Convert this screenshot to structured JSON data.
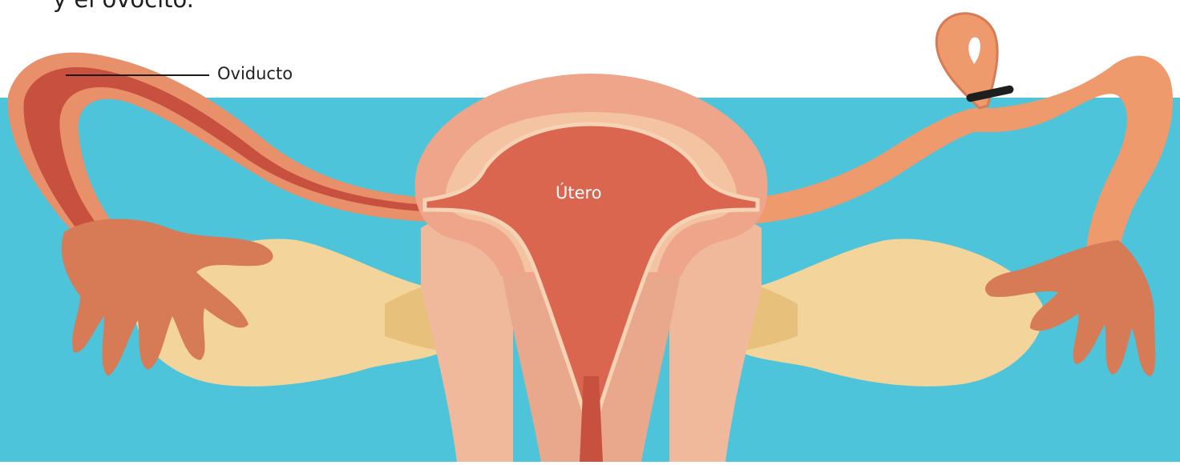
{
  "caption_partial": "y el ovocito.",
  "labels": {
    "oviducto": "Oviducto",
    "utero": "Útero"
  },
  "colors": {
    "background_band": "#4DC4DA",
    "uterus_outer": "#EEA58A",
    "uterus_inner": "#DA6650",
    "tube_wall": "#E8906A",
    "tube_lumen": "#C8503E",
    "cervix": "#F0B99B",
    "ovary": "#F3D49B",
    "ligature_band": "#1E1E1E"
  }
}
